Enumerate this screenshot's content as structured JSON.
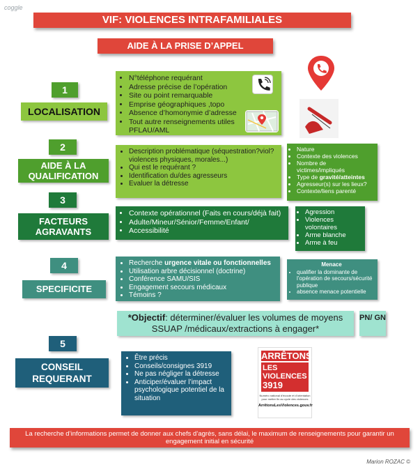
{
  "brand": "coggle",
  "title": "VIF: VIOLENCES INTRAFAMILIALES",
  "subtitle": "AIDE À LA PRISE D’APPEL",
  "sections": [
    {
      "number": "1",
      "label": "LOCALISATION",
      "items": [
        "N°téléphone requérant",
        "Adresse précise de l’opération",
        "Site ou point remarquable",
        "Emprise géographiques ,topo",
        "Absence d’homonymie d’adresse",
        "Tout autre renseignements utiles PFLAU/AML"
      ]
    },
    {
      "number": "2",
      "label": "AIDE À LA QUALIFICATION",
      "items": [
        "Description problématique (séquestration?viol?violences physiques, morales...)",
        "Qui est le requérant ?",
        "Identification du/des agresseurs",
        "Evaluer la détresse"
      ],
      "side_items": [
        "Nature",
        "Contexte des violences",
        "Nombre de victimes/impliqués",
        "Type de gravité/atteintes",
        "Agresseur(s) sur les lieux?",
        "Contexte/liens parenté"
      ],
      "side_items_parts": {
        "type_prefix": "Type de ",
        "type_bold": "gravité/atteintes"
      }
    },
    {
      "number": "3",
      "label": "FACTEURS AGRAVANTS",
      "items": [
        "Contexte opérationnel (Faits en cours/déjà fait)",
        "Adulte/Mineur/Sénior/Femme/Enfant/",
        "Accessibilité"
      ],
      "side_items": [
        "Agression",
        "Violences volontaires",
        "Arme blanche",
        "Arme à feu"
      ]
    },
    {
      "number": "4",
      "label": "SPECIFICITE",
      "items": [
        "Recherche urgence vitale ou fonctionnelles",
        "Utilisation arbre décisionnel (doctrine)",
        "Conférence SAMU/SIS",
        "Engagement secours médicaux",
        "Témoins ?"
      ],
      "first_item_parts": {
        "prefix": "Recherche ",
        "bold": "urgence vitale ou fonctionnelles"
      },
      "side_title": "Menace",
      "side_items": [
        "qualifier la dominante de l’opération de secours/sécurité publique",
        "absence menace potentielle"
      ]
    },
    {
      "number": "5",
      "label": "CONSEIL REQUERANT",
      "items": [
        "Être précis",
        "Conseils/consignes 3919",
        "Ne pas négliger la détresse",
        "Anticiper/évaluer l’impact psychologique potentiel de la situation"
      ]
    }
  ],
  "objective": {
    "bold": "*Objectif",
    "text": ": déterminer/évaluer les volumes de moyens SSUAP /médicaux/extractions à engager*"
  },
  "pngn": "PN/ GN",
  "poster": {
    "line1": "ARRÊTONS",
    "line2": "LES VIOLENCES",
    "line3": "3919",
    "small": "Numéro national d’écoute et d’orientation pour mettre fin au cycle des violences",
    "url": "ArrêtonsLesViolences.gouv.fr"
  },
  "footer": "La recherche d’informations permet de donner aux chefs d’agrès, sans délai, le maximum de renseignements pour garantir un engagement initial en sécurité",
  "credit": "Marion ROZAC ©",
  "colors": {
    "red": "#e0463a",
    "light_green": "#8dc63f",
    "green": "#4f9f2d",
    "dark_green": "#1f7a3a",
    "teal": "#3f8f80",
    "navy": "#1f5f7a",
    "mint": "#9fe3d0"
  },
  "icons": [
    "phone-icon",
    "map-pin-icon",
    "map-icon",
    "hand-icon"
  ]
}
